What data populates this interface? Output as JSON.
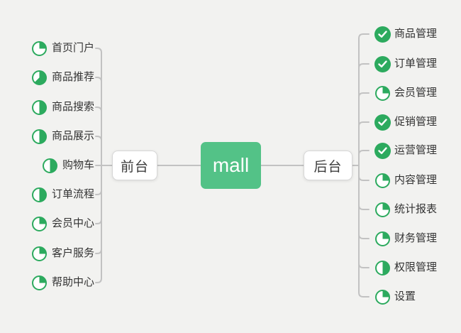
{
  "root": {
    "label": "mall"
  },
  "branches": {
    "left": {
      "label": "前台",
      "items": [
        {
          "label": "首页门户",
          "icon": "pie",
          "progress": 25
        },
        {
          "label": "商品推荐",
          "icon": "pie",
          "progress": 62.5
        },
        {
          "label": "商品搜索",
          "icon": "pie",
          "progress": 50
        },
        {
          "label": "商品展示",
          "icon": "pie",
          "progress": 50
        },
        {
          "label": "购物车",
          "icon": "pie",
          "progress": 50
        },
        {
          "label": "订单流程",
          "icon": "pie",
          "progress": 50
        },
        {
          "label": "会员中心",
          "icon": "pie",
          "progress": 25
        },
        {
          "label": "客户服务",
          "icon": "pie",
          "progress": 25
        },
        {
          "label": "帮助中心",
          "icon": "pie",
          "progress": 25
        }
      ]
    },
    "right": {
      "label": "后台",
      "items": [
        {
          "label": "商品管理",
          "icon": "check"
        },
        {
          "label": "订单管理",
          "icon": "check"
        },
        {
          "label": "会员管理",
          "icon": "pie",
          "progress": 25
        },
        {
          "label": "促销管理",
          "icon": "check"
        },
        {
          "label": "运营管理",
          "icon": "check"
        },
        {
          "label": "内容管理",
          "icon": "pie",
          "progress": 25
        },
        {
          "label": "统计报表",
          "icon": "pie",
          "progress": 25
        },
        {
          "label": "财务管理",
          "icon": "pie",
          "progress": 25
        },
        {
          "label": "权限管理",
          "icon": "pie",
          "progress": 50
        },
        {
          "label": "设置",
          "icon": "pie",
          "progress": 25
        }
      ]
    }
  },
  "colors": {
    "background": "#f2f2f0",
    "root_green": "#53c287",
    "icon_green": "#2caa5e",
    "line_gray": "#c2c2c2",
    "text": "#333333"
  }
}
